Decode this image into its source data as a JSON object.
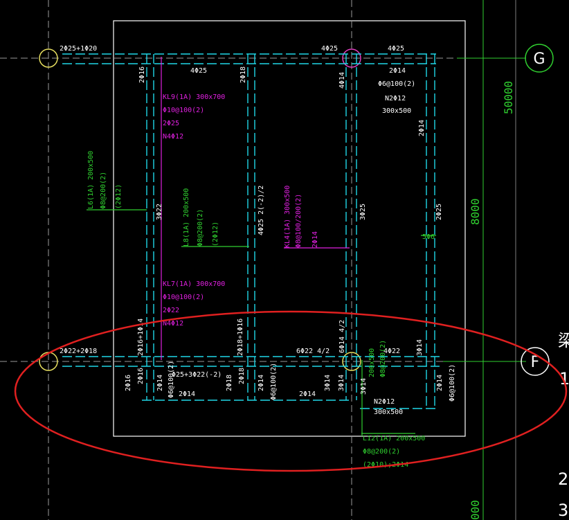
{
  "colors": {
    "background": "#000000",
    "beam_cyan": "#20d8e8",
    "outline_white": "#ffffff",
    "label_white": "#ffffff",
    "label_magenta": "#e020e0",
    "label_green": "#30d030",
    "highlight_red": "#e02020",
    "axis_yellow": "#e8e060",
    "axis_magenta": "#e040c0"
  },
  "axes": {
    "top": "G",
    "bottom": "F"
  },
  "dimensions": {
    "d1": "50000",
    "d2": "8000",
    "d3": "000"
  },
  "side_glyphs": {
    "a": "梁",
    "b": "1",
    "c": "2",
    "d": "3"
  },
  "labels": {
    "t1": "2Φ25+1Φ20",
    "t2": "4Φ25",
    "t3": "4Φ25",
    "t4": "4Φ25",
    "t5": "2Φ16",
    "t6": "2Φ18",
    "t7": "4Φ14",
    "t8": "2Φ14",
    "t9": "Φ6@100(2)",
    "t10": "N2Φ12",
    "t11": "300x500",
    "t12": "2Φ14",
    "t13": "3Φ22",
    "t14": "4Φ25 2(-2)/2",
    "t15": "3Φ25",
    "t16": "2Φ25",
    "t17": "2Φ16+1Φ14",
    "t18": "2Φ18+1Φ16",
    "t19": "6Φ22 4/2",
    "t20": "6Φ14 4/2",
    "t21": "2Φ22+2Φ18",
    "t22": "4Φ22",
    "t23": "3Φ14",
    "t24": "Φ25+3Φ22(-2)",
    "b1": "2Φ16",
    "b2": "2Φ16",
    "b3": "2Φ14",
    "b4": "Φ6@100(2)",
    "b5": "2Φ14",
    "b6": "2Φ18",
    "b7": "2Φ18",
    "b8": "2Φ14",
    "b9": "Φ6@100(2)",
    "b10": "2Φ14",
    "b11": "3Φ14",
    "b12": "3Φ14",
    "b13": "3Φ14",
    "b14": "Φ6@100(2)",
    "b15": "2Φ14",
    "b16": "N2Φ12",
    "b17": "300x500"
  },
  "magenta_labels": {
    "kl9": [
      "KL9(1A) 300x700",
      "Φ10@100(2)",
      "2Φ25",
      "N4Φ12"
    ],
    "kl7": [
      "KL7(1A) 300x700",
      "Φ10@100(2)",
      "2Φ22",
      "N4Φ12"
    ],
    "kl4": [
      "KL4(1A) 300x500",
      "Φ8@100/200(2)",
      "2Φ14"
    ]
  },
  "green_labels": {
    "l6": [
      "L6(1A) 200x500",
      "Φ8@200(2)",
      "(2Φ12)"
    ],
    "l8": [
      "L8(1A) 200x500",
      "Φ8@200(2)",
      "(2Φ12)"
    ],
    "l12": [
      "L12(1A) 200x500",
      "Φ8@200(2)",
      "(2Φ10);2Φ14"
    ],
    "small": "5Φ6",
    "l12v": [
      "200x500",
      "Φ8@200(2)"
    ]
  }
}
